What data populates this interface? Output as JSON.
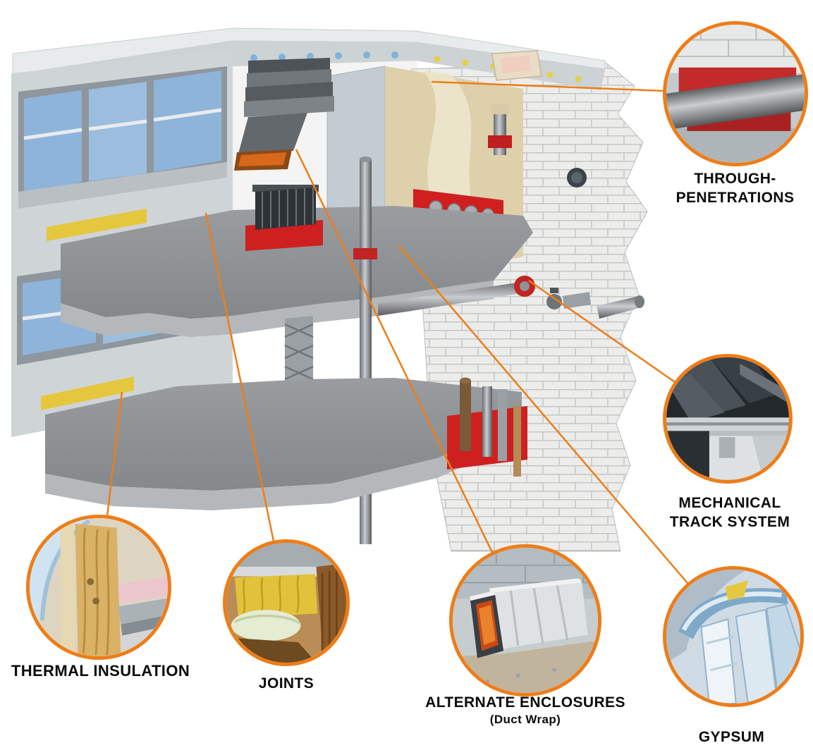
{
  "figure": {
    "name": "building-firestop-systems-cutaway",
    "colors": {
      "accent_orange": "#EE7D18",
      "label_black": "#0B0B0B"
    },
    "callouts": [
      {
        "id": "through-penetrations",
        "label_lines": [
          "THROUGH-",
          "PENETRATIONS"
        ]
      },
      {
        "id": "mechanical-track-system",
        "label_lines": [
          "MECHANICAL",
          "TRACK SYSTEM"
        ]
      },
      {
        "id": "gypsum",
        "label_lines": [
          "GYPSUM"
        ]
      },
      {
        "id": "alternate-enclosures",
        "label_lines": [
          "ALTERNATE ENCLOSURES"
        ],
        "sublabel": "(Duct Wrap)"
      },
      {
        "id": "joints",
        "label_lines": [
          "JOINTS"
        ]
      },
      {
        "id": "thermal-insulation",
        "label_lines": [
          "THERMAL INSULATION"
        ]
      }
    ]
  }
}
